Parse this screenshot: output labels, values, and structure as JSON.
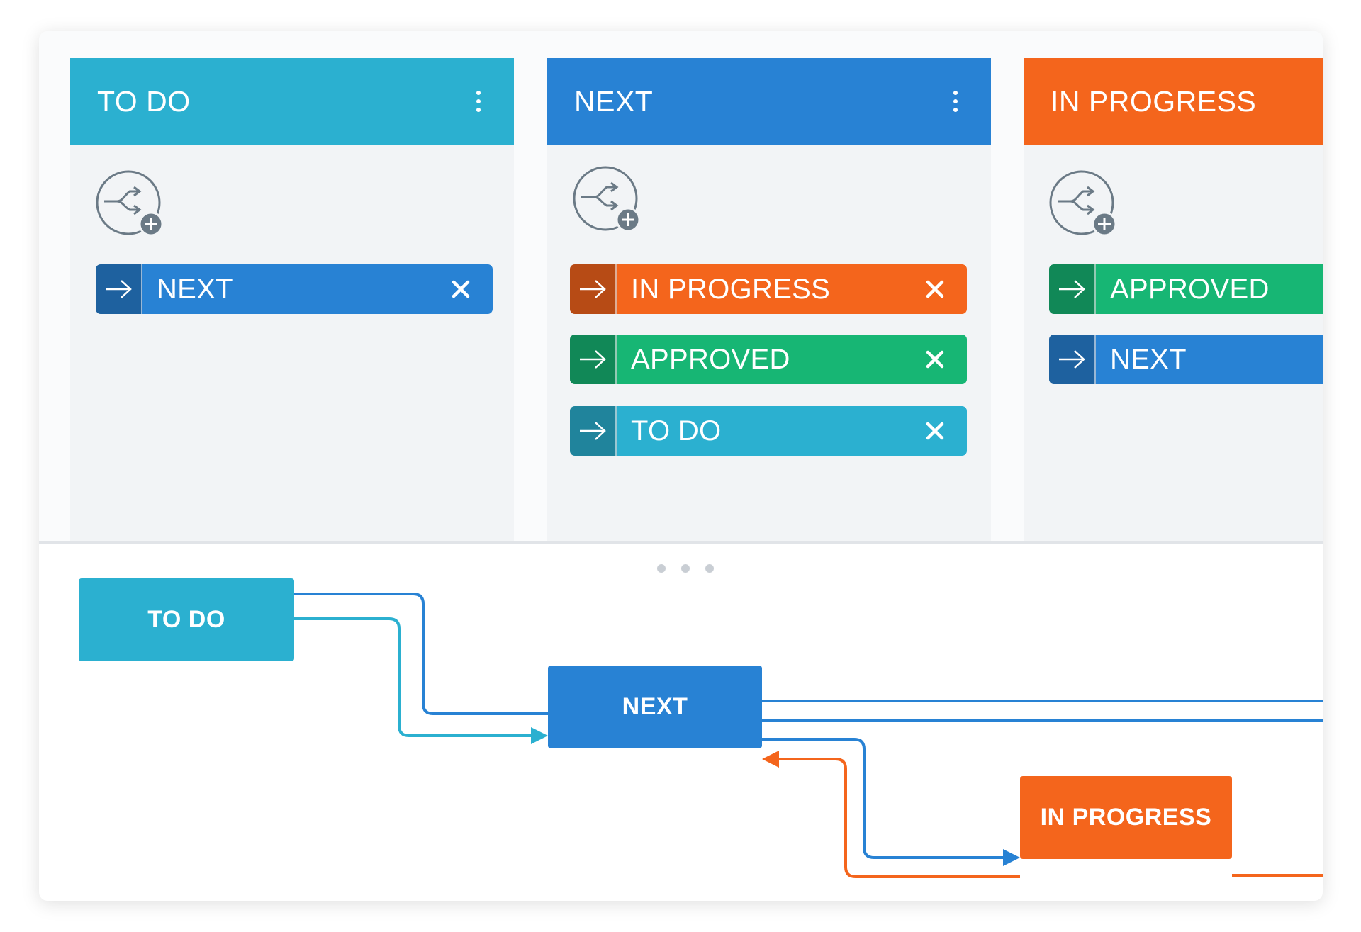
{
  "colors": {
    "todo": "#2bb0d0",
    "next": "#2882d4",
    "in_progress": "#f4651c",
    "approved": "#17b674"
  },
  "board": {
    "columns": [
      {
        "title": "TO DO",
        "has_menu": true,
        "add_icon": "add-transition-icon",
        "transitions": [
          {
            "label": "NEXT",
            "color": "#2882d4",
            "removable": true
          }
        ]
      },
      {
        "title": "NEXT",
        "has_menu": true,
        "add_icon": "add-transition-icon",
        "transitions": [
          {
            "label": "IN PROGRESS",
            "color": "#f4651c",
            "removable": true
          },
          {
            "label": "APPROVED",
            "color": "#17b674",
            "removable": true
          },
          {
            "label": "TO DO",
            "color": "#2bb0d0",
            "removable": true
          }
        ]
      },
      {
        "title": "IN PROGRESS",
        "has_menu": false,
        "add_icon": "add-transition-icon",
        "transitions": [
          {
            "label": "APPROVED",
            "color": "#17b674",
            "removable": false
          },
          {
            "label": "NEXT",
            "color": "#2882d4",
            "removable": false
          }
        ]
      }
    ]
  },
  "diagram": {
    "nodes": {
      "todo": "TO DO",
      "next": "NEXT",
      "in_progress": "IN PROGRESS"
    }
  }
}
